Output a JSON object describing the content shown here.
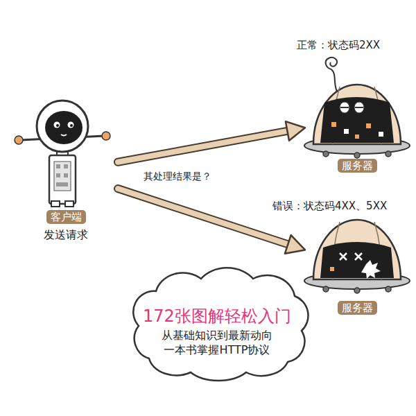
{
  "diagram": {
    "nodes": [
      {
        "text": [
          "客户端",
          "发送请求"
        ]
      },
      {
        "text": [
          "服务器"
        ]
      },
      {
        "text": [
          "服务器"
        ]
      },
      {
        "text": [
          "172张图解轻松入门",
          "从基础知识到最新动向",
          "一本书掌握HTTP协议"
        ]
      }
    ],
    "edges": [
      {
        "from": 0,
        "to": 1,
        "arrow": "to"
      },
      {
        "from": 0,
        "to": 2,
        "arrow": "to"
      }
    ],
    "labels": [
      "正常：状态码2XX",
      "其处理结果是？",
      "错误：状态码4XX、5XX"
    ]
  }
}
